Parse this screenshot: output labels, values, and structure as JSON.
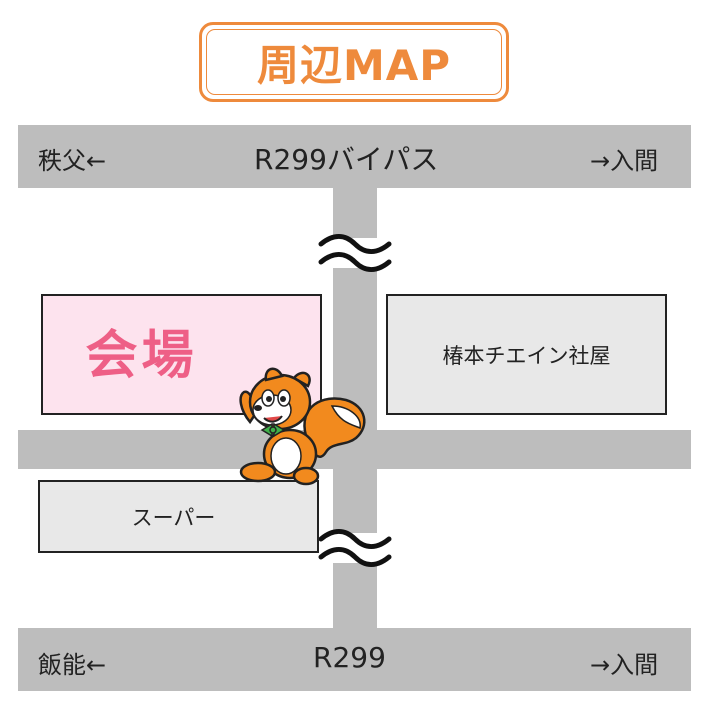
{
  "title": "周辺MAP",
  "roads": {
    "top": {
      "name": "R299バイパス",
      "left_dest": "秩父←",
      "right_dest": "→入間"
    },
    "bottom": {
      "name": "R299",
      "left_dest": "飯能←",
      "right_dest": "→入間"
    }
  },
  "buildings": {
    "venue": "会場",
    "company": "椿本チエイン社屋",
    "supermarket": "スーパー"
  },
  "colors": {
    "accent": "#ee8a3c",
    "venue_fill": "#fde3ee",
    "venue_text": "#ee5f86",
    "road": "#bdbdbd",
    "building": "#e8e8e8"
  },
  "icons": [
    "squirrel-mascot-icon",
    "road-break-icon"
  ]
}
